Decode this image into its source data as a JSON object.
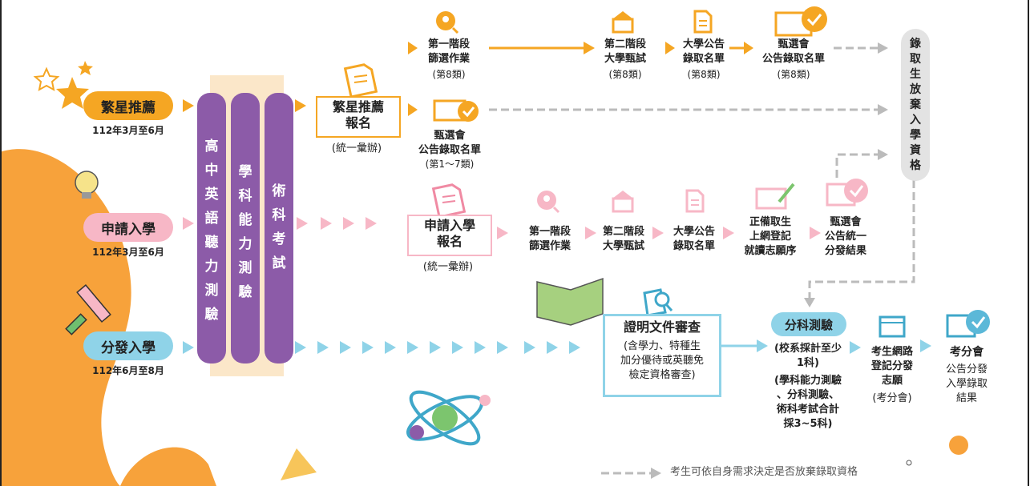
{
  "tracks": {
    "star": {
      "label": "繁星推薦",
      "date": "112年3月至6月"
    },
    "apply": {
      "label": "申請入學",
      "date": "112年3月至6月"
    },
    "dist": {
      "label": "分發入學",
      "date": "112年6月至8月"
    }
  },
  "exams": {
    "gsat_english": [
      "高",
      "中",
      "英",
      "語",
      "聽",
      "力",
      "測",
      "驗"
    ],
    "gsat": [
      "學",
      "科",
      "能",
      "力",
      "測",
      "驗"
    ],
    "arts": [
      "術",
      "科",
      "考",
      "試"
    ]
  },
  "star_register": {
    "title_line1": "繁星推薦",
    "title_line2": "報名",
    "note": "(統一彙辦)"
  },
  "star_flow": {
    "stage1": {
      "line1": "第一階段",
      "line2": "篩選作業",
      "line3": "(第8類)"
    },
    "stage2": {
      "line1": "第二階段",
      "line2": "大學甄試",
      "line3": "(第8類)"
    },
    "univ_list": {
      "line1": "大學公告",
      "line2": "錄取名單",
      "line3": "(第8類)"
    },
    "committee": {
      "line1": "甄選會",
      "line2": "公告錄取名單",
      "line3": "(第8類)"
    },
    "committee17": {
      "line1": "甄選會",
      "line2": "公告錄取名單",
      "line3": "(第1～7類)"
    }
  },
  "apply_register": {
    "title_line1": "申請入學",
    "title_line2": "報名",
    "note": "(統一彙辦)"
  },
  "apply_flow": {
    "stage1": {
      "line1": "第一階段",
      "line2": "篩選作業"
    },
    "stage2": {
      "line1": "第二階段",
      "line2": "大學甄試"
    },
    "univ_list": {
      "line1": "大學公告",
      "line2": "錄取名單"
    },
    "register": {
      "line1": "正備取生",
      "line2": "上網登記",
      "line3": "就讀志願序"
    },
    "result": {
      "line1": "甄選會",
      "line2": "公告統一",
      "line3": "分發結果"
    }
  },
  "waiver": {
    "chars": [
      "錄",
      "取",
      "生",
      "放",
      "棄",
      "入",
      "學",
      "資",
      "格"
    ]
  },
  "doc_review": {
    "title": "證明文件審查",
    "line1": "(含學力、特種生",
    "line2": "加分優待或英聽免",
    "line3": "檢定資格審查)"
  },
  "subject_test": {
    "title": "分科測驗",
    "lines": [
      "(校系採計至少",
      "1科)",
      "(學科能力測驗",
      "、分科測驗、",
      "術科考試合計",
      "採3~5科)"
    ]
  },
  "online_reg": {
    "lines": [
      "考生網路",
      "登記分發",
      "志願",
      "(考分會)"
    ]
  },
  "final_result": {
    "title": "考分會",
    "lines": [
      "公告分發",
      "入學錄取",
      "結果"
    ]
  },
  "legend": {
    "text": "考生可依自身需求決定是否放棄錄取資格"
  },
  "colors": {
    "star": "#f5a623",
    "apply": "#f7b7c6",
    "dist": "#8fd3e8",
    "exam": "#8c5ba8",
    "gray": "#bbbbbb"
  }
}
